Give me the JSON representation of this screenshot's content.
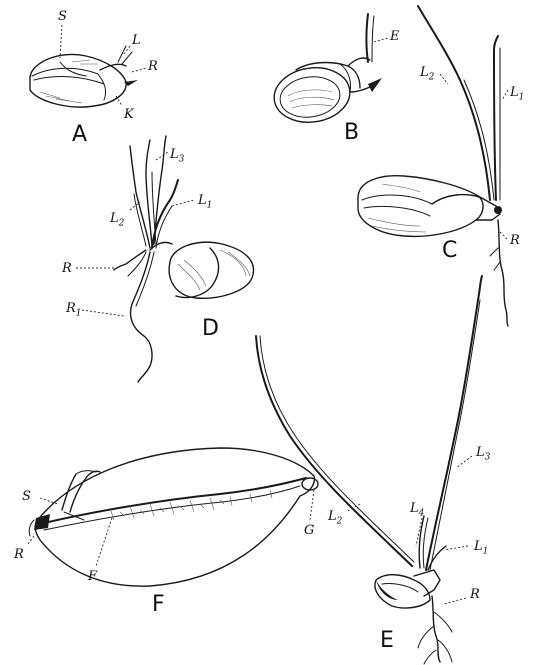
{
  "figures": {
    "A": {
      "letter": "A",
      "labels": {
        "S": "S",
        "L": "L",
        "R": "R",
        "K": "K"
      }
    },
    "B": {
      "letter": "B",
      "labels": {
        "E": "E"
      }
    },
    "C": {
      "letter": "C",
      "labels": {
        "L2": {
          "main": "L",
          "sub": "2"
        },
        "L1": {
          "main": "L",
          "sub": "1"
        },
        "R": "R"
      }
    },
    "D": {
      "letter": "D",
      "labels": {
        "L3": {
          "main": "L",
          "sub": "3"
        },
        "L2": {
          "main": "L",
          "sub": "2"
        },
        "L1": {
          "main": "L",
          "sub": "1"
        },
        "R": "R",
        "R1": {
          "main": "R",
          "sub": "1"
        }
      }
    },
    "E": {
      "letter": "E",
      "labels": {
        "L3": {
          "main": "L",
          "sub": "3"
        },
        "L4": {
          "main": "L",
          "sub": "4"
        },
        "L2": {
          "main": "L",
          "sub": "2"
        },
        "L1": {
          "main": "L",
          "sub": "1"
        },
        "R": "R"
      }
    },
    "F": {
      "letter": "F",
      "labels": {
        "S": "S",
        "R": "R",
        "F": "F",
        "G": "G"
      }
    }
  }
}
